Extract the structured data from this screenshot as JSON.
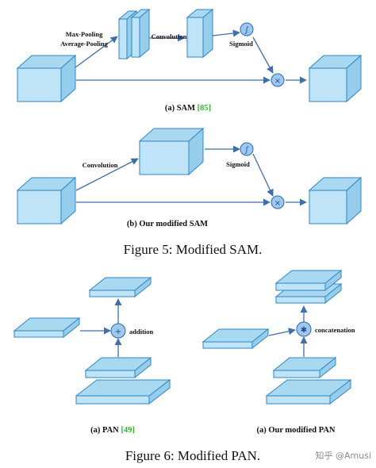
{
  "figure5": {
    "sam": {
      "pool_label_1": "Max-Pooling",
      "pool_label_2": "Average-Pooling",
      "conv_label": "Convolution",
      "sigmoid_label": "Sigmoid",
      "caption_prefix": "(a) SAM ",
      "caption_ref": "[85]"
    },
    "modified": {
      "conv_label": "Convolution",
      "sigmoid_label": "Sigmoid",
      "caption": "(b) Our modified SAM"
    },
    "title": "Figure 5: Modified SAM."
  },
  "figure6": {
    "pan": {
      "op_label": "addition",
      "caption_prefix": "(a) PAN ",
      "caption_ref": "[49]"
    },
    "modified": {
      "op_label": "concatenation",
      "caption": "(a) Our modified PAN"
    },
    "title": "Figure 6: Modified PAN."
  },
  "symbols": {
    "sigmoid": "∫",
    "multiply": "×",
    "add": "+",
    "concat": "✱"
  },
  "watermark": "知乎 @Amusi",
  "colors": {
    "box_fill": "#bfe3f7",
    "box_stroke": "#2f86c6",
    "operator_fill": "#9dc9ef",
    "arrow": "#3f6fa8",
    "citation": "#2fb82f"
  }
}
